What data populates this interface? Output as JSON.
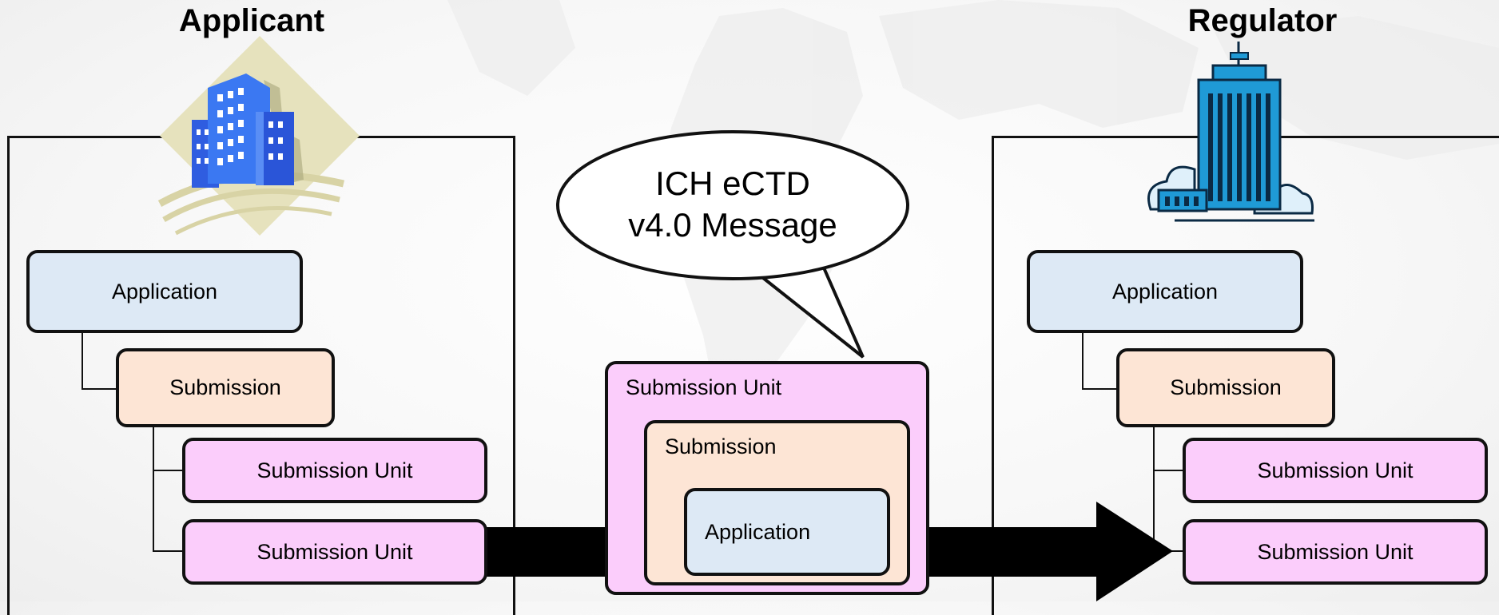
{
  "applicant": {
    "heading": "Applicant",
    "icon": "office-buildings-icon",
    "application": "Application",
    "submission": "Submission",
    "units": [
      "Submission Unit",
      "Submission Unit"
    ]
  },
  "regulator": {
    "heading": "Regulator",
    "icon": "government-building-icon",
    "application": "Application",
    "submission": "Submission",
    "units": [
      "Submission Unit",
      "Submission Unit"
    ]
  },
  "message": {
    "bubble_line1": "ICH eCTD",
    "bubble_line2": "v4.0 Message",
    "submission_unit": "Submission Unit",
    "submission": "Submission",
    "application": "Application"
  },
  "colors": {
    "application": "#dde9f5",
    "submission": "#fde5d5",
    "submission_unit": "#fbcdfb",
    "outline": "#111111"
  }
}
